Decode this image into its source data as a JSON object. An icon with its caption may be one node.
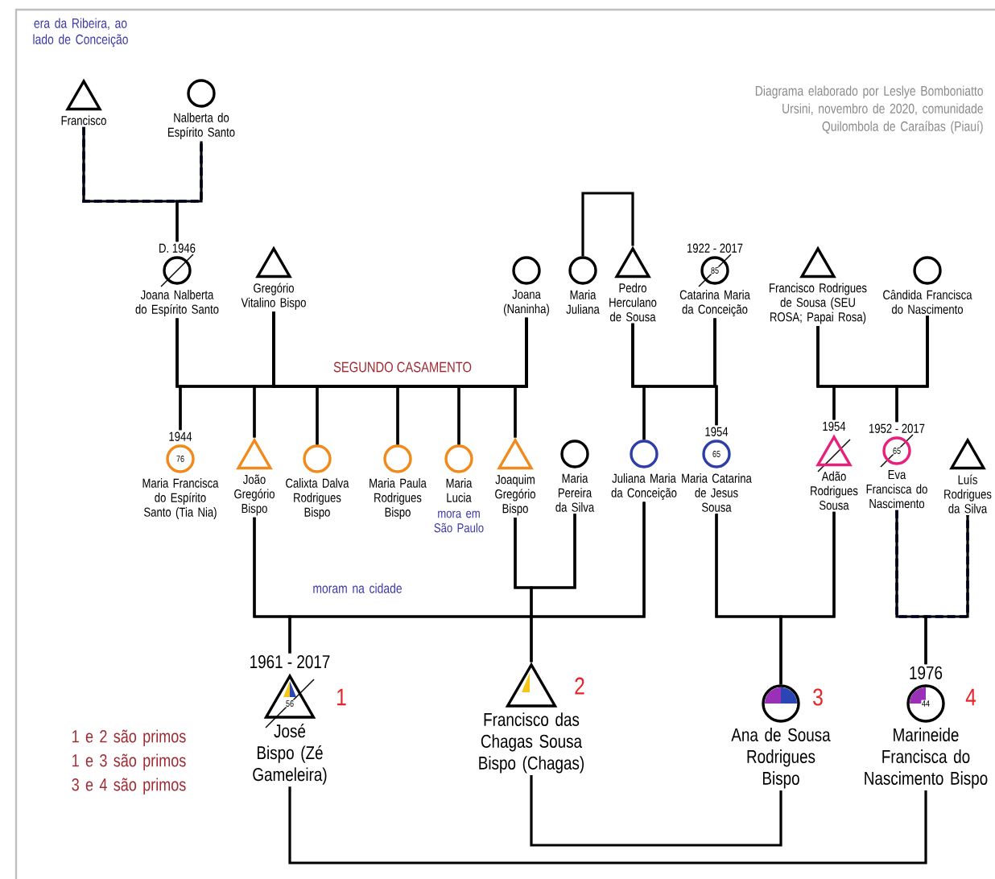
{
  "diagram": {
    "caption": "Diagrama elaborado por Leslye Bomboniatto Ursini, novembro de 2020, comunidade Quilombola de Caraíbas (Piauí)",
    "nodes": [
      {
        "text": [
          "Francisco"
        ]
      },
      {
        "text": [
          "Nalberta do Espírito Santo"
        ]
      },
      {
        "text": [
          "Joana Nalberta do Espírito Santo"
        ],
        "beside": [
          "D. 1946"
        ]
      },
      {
        "text": [
          "Gregório Vitalino Bispo"
        ]
      },
      {
        "text": [
          "Joana (Naninha)"
        ]
      },
      {
        "text": [
          "Maria Juliana"
        ]
      },
      {
        "text": [
          "Pedro Herculano de Sousa"
        ]
      },
      {
        "text": [
          "85",
          "Catarina Maria da Conceição"
        ],
        "beside": [
          "1922 - 2017"
        ]
      },
      {
        "text": [
          "Francisco Rodrigues de Sousa (SEU ROSA; Papai Rosa)"
        ]
      },
      {
        "text": [
          "Cândida Francisca do Nascimento"
        ]
      },
      {
        "text": [
          "76",
          "Maria Francisca do Espírito Santo (Tia Nia)"
        ],
        "beside": [
          "1944"
        ]
      },
      {
        "text": [
          "João Gregório Bispo"
        ]
      },
      {
        "text": [
          "Calixta Dalva Rodrigues Bispo"
        ]
      },
      {
        "text": [
          "Maria Paula Rodrigues Bispo"
        ]
      },
      {
        "text": [
          "Maria Lucia"
        ],
        "beside": [
          "mora em São Paulo"
        ]
      },
      {
        "text": [
          "Joaquim Gregório Bispo"
        ]
      },
      {
        "text": [
          "Maria Pereira da Silva"
        ]
      },
      {
        "text": [
          "Juliana Maria da Conceição"
        ]
      },
      {
        "text": [
          "65",
          "Maria Catarina de Jesus Sousa"
        ],
        "beside": [
          "1954"
        ]
      },
      {
        "text": [
          "Adão Rodrigues Sousa"
        ],
        "beside": [
          "1954"
        ]
      },
      {
        "text": [
          "65",
          "Eva Francisca do Nascimento"
        ],
        "beside": [
          "1952 - 2017"
        ]
      },
      {
        "text": [
          "Luís Rodrigues da Silva"
        ]
      },
      {
        "text": [
          "56",
          "José Bispo (Zé Gameleira)"
        ],
        "beside": [
          "1961 - 2017",
          "1"
        ]
      },
      {
        "text": [
          "Francisco das Chagas Sousa Bispo (Chagas)"
        ],
        "beside": [
          "2"
        ]
      },
      {
        "text": [
          "Ana de Sousa Rodrigues Bispo"
        ],
        "beside": [
          "3"
        ]
      },
      {
        "text": [
          "44",
          "Marineide Francisca do Nascimento Bispo"
        ],
        "beside": [
          "1976",
          "4"
        ]
      }
    ],
    "edges": [
      {
        "from": 0,
        "to": 1,
        "arrow": "none",
        "style": "dashed",
        "color": "#2b3a9e"
      },
      {
        "from": 0,
        "to": 2,
        "arrow": "none"
      },
      {
        "from": 1,
        "to": 2,
        "arrow": "none"
      },
      {
        "from": 2,
        "to": 3,
        "arrow": "none"
      },
      {
        "from": 3,
        "to": 4,
        "arrow": "none",
        "label": "SEGUNDO CASAMENTO"
      },
      {
        "from": 2,
        "to": 10,
        "arrow": "none"
      },
      {
        "from": 3,
        "to": 10,
        "arrow": "none"
      },
      {
        "from": 2,
        "to": 11,
        "arrow": "none"
      },
      {
        "from": 3,
        "to": 11,
        "arrow": "none"
      },
      {
        "from": 3,
        "to": 12,
        "arrow": "none"
      },
      {
        "from": 4,
        "to": 12,
        "arrow": "none"
      },
      {
        "from": 3,
        "to": 13,
        "arrow": "none"
      },
      {
        "from": 4,
        "to": 13,
        "arrow": "none"
      },
      {
        "from": 3,
        "to": 14,
        "arrow": "none"
      },
      {
        "from": 4,
        "to": 14,
        "arrow": "none"
      },
      {
        "from": 3,
        "to": 15,
        "arrow": "none"
      },
      {
        "from": 4,
        "to": 15,
        "arrow": "none"
      },
      {
        "from": 5,
        "to": 6,
        "arrow": "none"
      },
      {
        "from": 6,
        "to": 7,
        "arrow": "none"
      },
      {
        "from": 6,
        "to": 17,
        "arrow": "none"
      },
      {
        "from": 7,
        "to": 17,
        "arrow": "none"
      },
      {
        "from": 6,
        "to": 18,
        "arrow": "none"
      },
      {
        "from": 7,
        "to": 18,
        "arrow": "none"
      },
      {
        "from": 8,
        "to": 9,
        "arrow": "none"
      },
      {
        "from": 8,
        "to": 19,
        "arrow": "none"
      },
      {
        "from": 9,
        "to": 19,
        "arrow": "none"
      },
      {
        "from": 8,
        "to": 20,
        "arrow": "none"
      },
      {
        "from": 9,
        "to": 20,
        "arrow": "none"
      },
      {
        "from": 11,
        "to": 17,
        "arrow": "none"
      },
      {
        "from": 11,
        "to": 22,
        "arrow": "none"
      },
      {
        "from": 17,
        "to": 22,
        "arrow": "none"
      },
      {
        "from": 15,
        "to": 16,
        "arrow": "none"
      },
      {
        "from": 15,
        "to": 23,
        "arrow": "none"
      },
      {
        "from": 16,
        "to": 23,
        "arrow": "none"
      },
      {
        "from": 18,
        "to": 19,
        "arrow": "none"
      },
      {
        "from": 18,
        "to": 24,
        "arrow": "none"
      },
      {
        "from": 19,
        "to": 24,
        "arrow": "none"
      },
      {
        "from": 20,
        "to": 21,
        "arrow": "none",
        "style": "dashed",
        "color": "#2b3a9e"
      },
      {
        "from": 20,
        "to": 25,
        "arrow": "none"
      },
      {
        "from": 21,
        "to": 25,
        "arrow": "none"
      },
      {
        "from": 23,
        "to": 24,
        "arrow": "none"
      },
      {
        "from": 22,
        "to": 25,
        "arrow": "none"
      }
    ],
    "labels": [
      "era da Ribeira, ao lado de Conceição",
      "moram na cidade",
      "1 e 2 são primos",
      "1 e 3 são primos",
      "3 e 4 são primos"
    ]
  }
}
